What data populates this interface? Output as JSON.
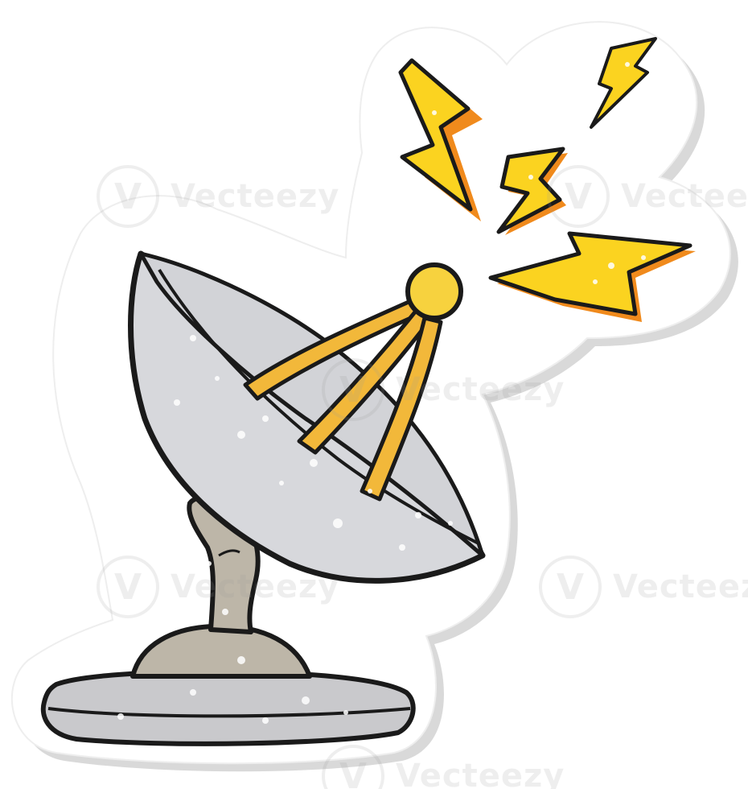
{
  "watermark": {
    "text": "Vecteezy",
    "badge_glyph": "V"
  },
  "sticker": {
    "subject": "cartoon satellite dish sending signal"
  },
  "colors": {
    "sticker_border": "#ffffff",
    "sticker_shadow": "#d9d9d9",
    "dish": "#d7d8dc",
    "dish_shadow": "#bfc1c6",
    "arms": "#f2b83a",
    "arms_dark": "#d9962a",
    "feed": "#f7d23e",
    "bolt": "#fbd320",
    "bolt_shadow": "#f08a1c",
    "base": "#bdb6a8",
    "plate": "#c9c9cc",
    "outline": "#1a1a1a"
  }
}
